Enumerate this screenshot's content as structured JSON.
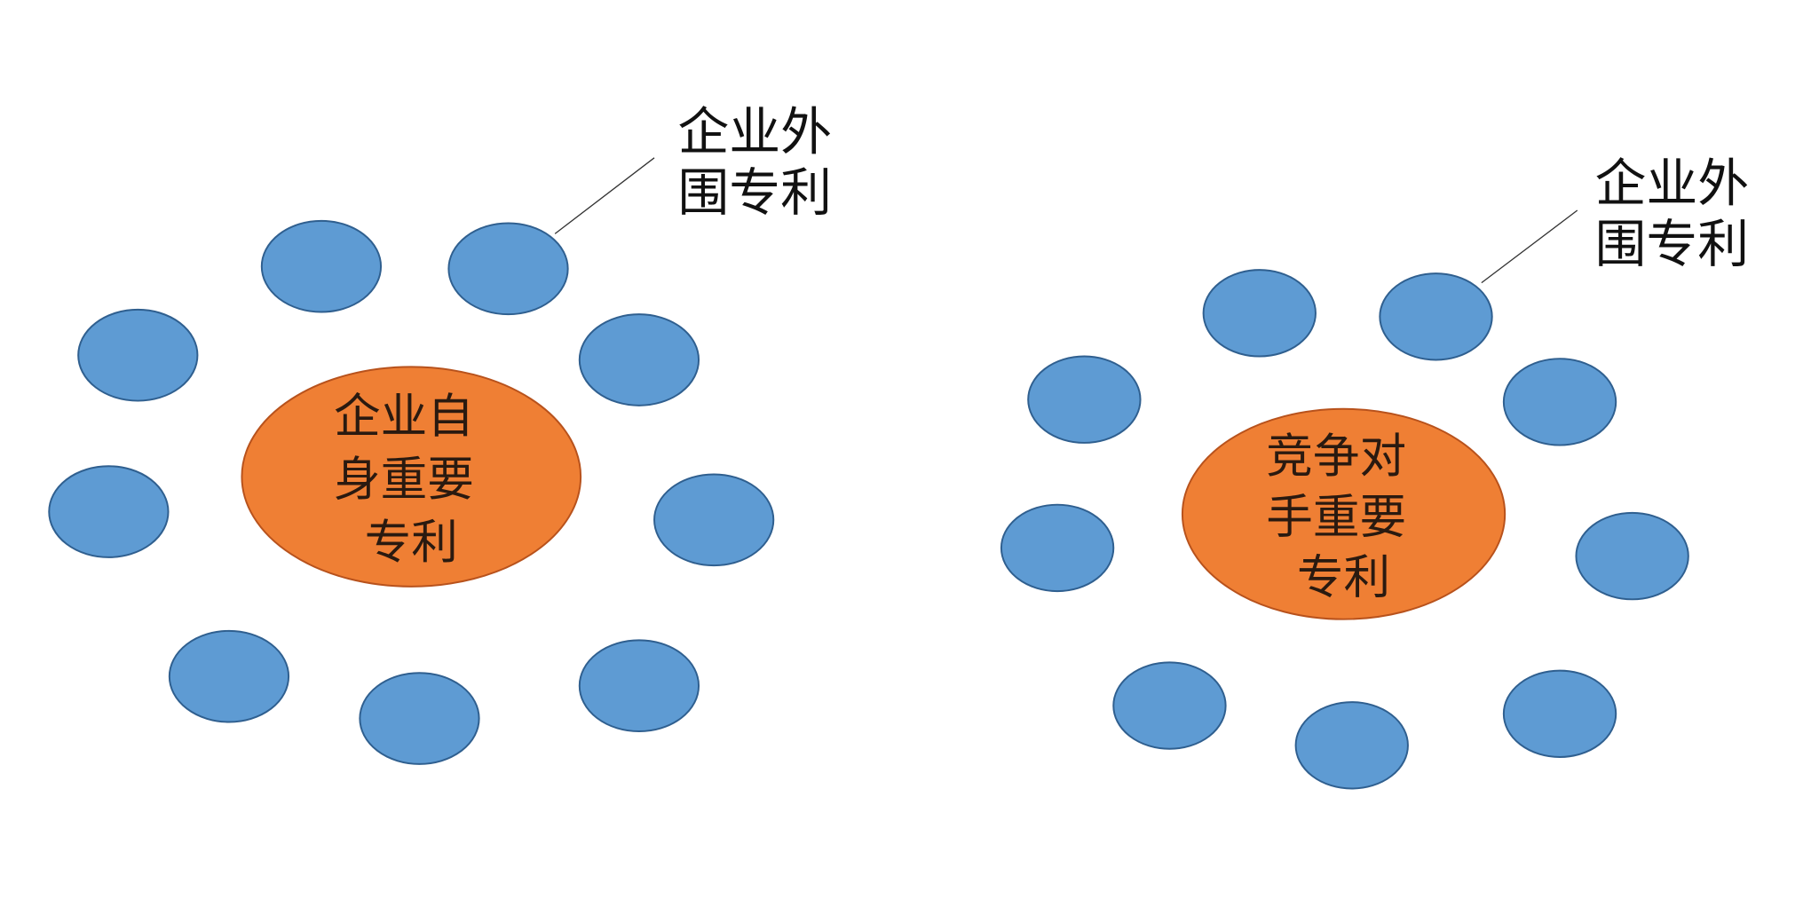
{
  "colors": {
    "peripheral_fill": "#5e9bd3",
    "peripheral_stroke": "#2f5f8f",
    "core_fill": "#ef7f34",
    "core_stroke": "#b8521c"
  },
  "diagrams": [
    {
      "core_lines": [
        "企业自",
        "身重要",
        "专利"
      ],
      "callout_lines": [
        "企业外",
        "围专利"
      ]
    },
    {
      "core_lines": [
        "竞争对",
        "手重要",
        "专利"
      ],
      "callout_lines": [
        "企业外",
        "围专利"
      ]
    }
  ]
}
